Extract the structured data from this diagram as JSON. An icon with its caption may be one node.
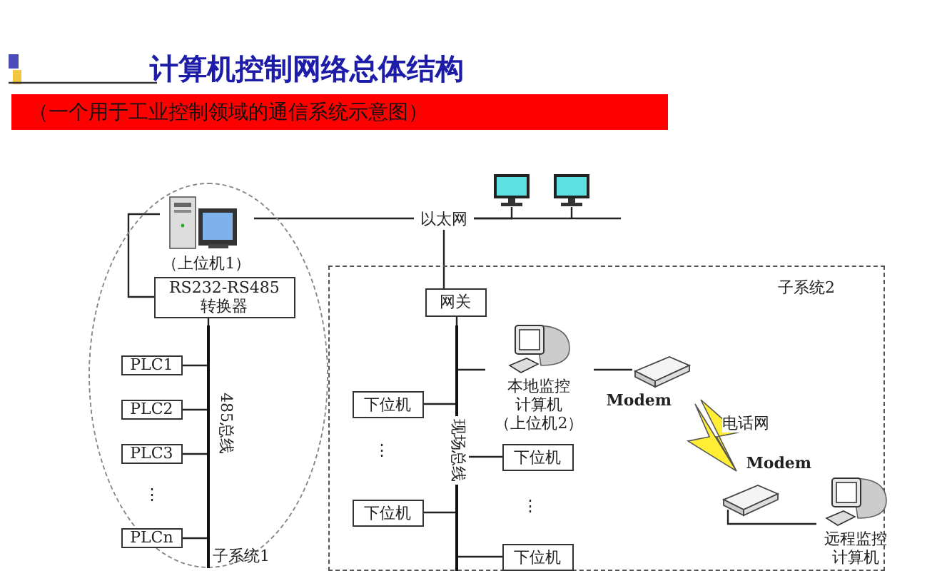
{
  "diagram": {
    "title": "计算机控制网络总体结构",
    "nodes": [
      {
        "text": [
          "子系统1"
        ]
      },
      {
        "text": [
          "（上位机1）"
        ],
        "in": 0
      },
      {
        "text": [
          "RS232-RS485转换器"
        ],
        "in": 0
      },
      {
        "text": [],
        "shape": "bar",
        "beside": [
          "485总线"
        ],
        "in": 0
      },
      {
        "text": [
          "PLC1"
        ],
        "in": 0
      },
      {
        "text": [
          "PLC2"
        ],
        "in": 0
      },
      {
        "text": [
          "PLC3"
        ],
        "in": 0
      },
      {
        "text": [
          "PLCn"
        ],
        "in": 0
      },
      {
        "text": [
          "以太网"
        ]
      },
      {
        "text": [],
        "shape": "picture"
      },
      {
        "text": [],
        "shape": "picture"
      },
      {
        "text": [
          "子系统2"
        ]
      },
      {
        "text": [
          "网关"
        ],
        "in": 11
      },
      {
        "text": [],
        "shape": "bar",
        "beside": [
          "现场总线"
        ],
        "in": 11
      },
      {
        "text": [
          "本地监控计算机（上位机2）"
        ],
        "in": 11
      },
      {
        "text": [
          "下位机"
        ],
        "in": 11
      },
      {
        "text": [
          "下位机"
        ],
        "in": 11
      },
      {
        "text": [
          "下位机"
        ],
        "in": 11
      },
      {
        "text": [
          "下位机"
        ],
        "in": 11
      },
      {
        "text": [
          "Modem"
        ],
        "in": 11
      },
      {
        "text": [
          "Modem"
        ],
        "in": 11
      },
      {
        "text": [
          "远程监控计算机"
        ],
        "in": 11
      }
    ],
    "edges": [
      {
        "from": 1,
        "to": 2,
        "arrow": "none"
      },
      {
        "from": 2,
        "to": 3,
        "arrow": "none"
      },
      {
        "from": 4,
        "to": 3,
        "arrow": "none"
      },
      {
        "from": 5,
        "to": 3,
        "arrow": "none"
      },
      {
        "from": 6,
        "to": 3,
        "arrow": "none"
      },
      {
        "from": 7,
        "to": 3,
        "arrow": "none"
      },
      {
        "from": 1,
        "to": 8,
        "arrow": "none"
      },
      {
        "from": 9,
        "to": 8,
        "arrow": "none"
      },
      {
        "from": 10,
        "to": 8,
        "arrow": "none"
      },
      {
        "from": 8,
        "to": 12,
        "arrow": "none"
      },
      {
        "from": 12,
        "to": 13,
        "arrow": "none"
      },
      {
        "from": 14,
        "to": 13,
        "arrow": "none"
      },
      {
        "from": 15,
        "to": 13,
        "arrow": "none"
      },
      {
        "from": 16,
        "to": 13,
        "arrow": "none"
      },
      {
        "from": 17,
        "to": 13,
        "arrow": "none"
      },
      {
        "from": 18,
        "to": 13,
        "arrow": "none"
      },
      {
        "from": 14,
        "to": 19,
        "arrow": "none"
      },
      {
        "from": 19,
        "to": 20,
        "arrow": "none",
        "label": "电话网"
      },
      {
        "from": 20,
        "to": 21,
        "arrow": "none"
      }
    ],
    "labels": [
      "（一个用于工业控制领域的通信系统示意图）",
      "⋮",
      "⋮",
      "⋮"
    ]
  }
}
